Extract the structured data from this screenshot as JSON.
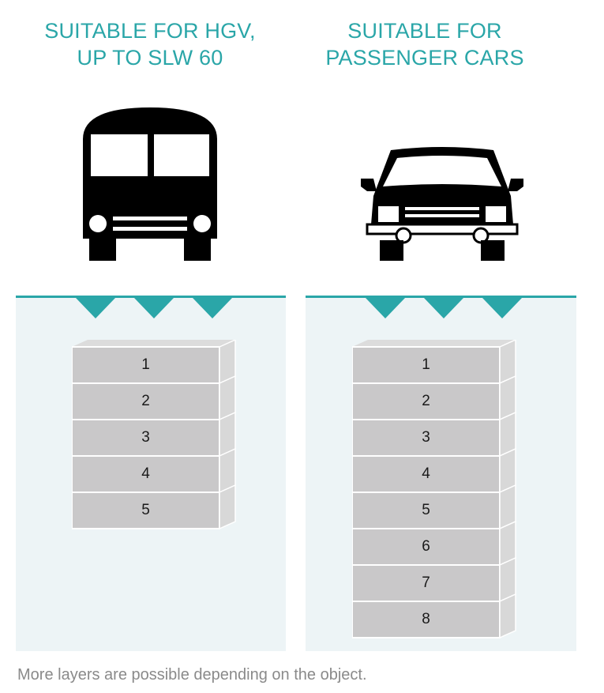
{
  "left": {
    "title_lines": [
      "SUITABLE FOR HGV,",
      "UP TO SLW 60"
    ],
    "vehicle_icon": "bus-icon",
    "layers": [
      "1",
      "2",
      "3",
      "4",
      "5"
    ]
  },
  "right": {
    "title_lines": [
      "SUITABLE FOR",
      "PASSENGER CARS"
    ],
    "vehicle_icon": "car-icon",
    "layers": [
      "1",
      "2",
      "3",
      "4",
      "5",
      "6",
      "7",
      "8"
    ]
  },
  "footnote": "More layers are possible depending on the object.",
  "colors": {
    "accent": "#2aa6a8",
    "ground": "#edf4f6",
    "layer_face": "#c9c8c9",
    "layer_side": "#d8d8d8",
    "layer_top": "#dcdcdc",
    "icon": "#000000"
  }
}
